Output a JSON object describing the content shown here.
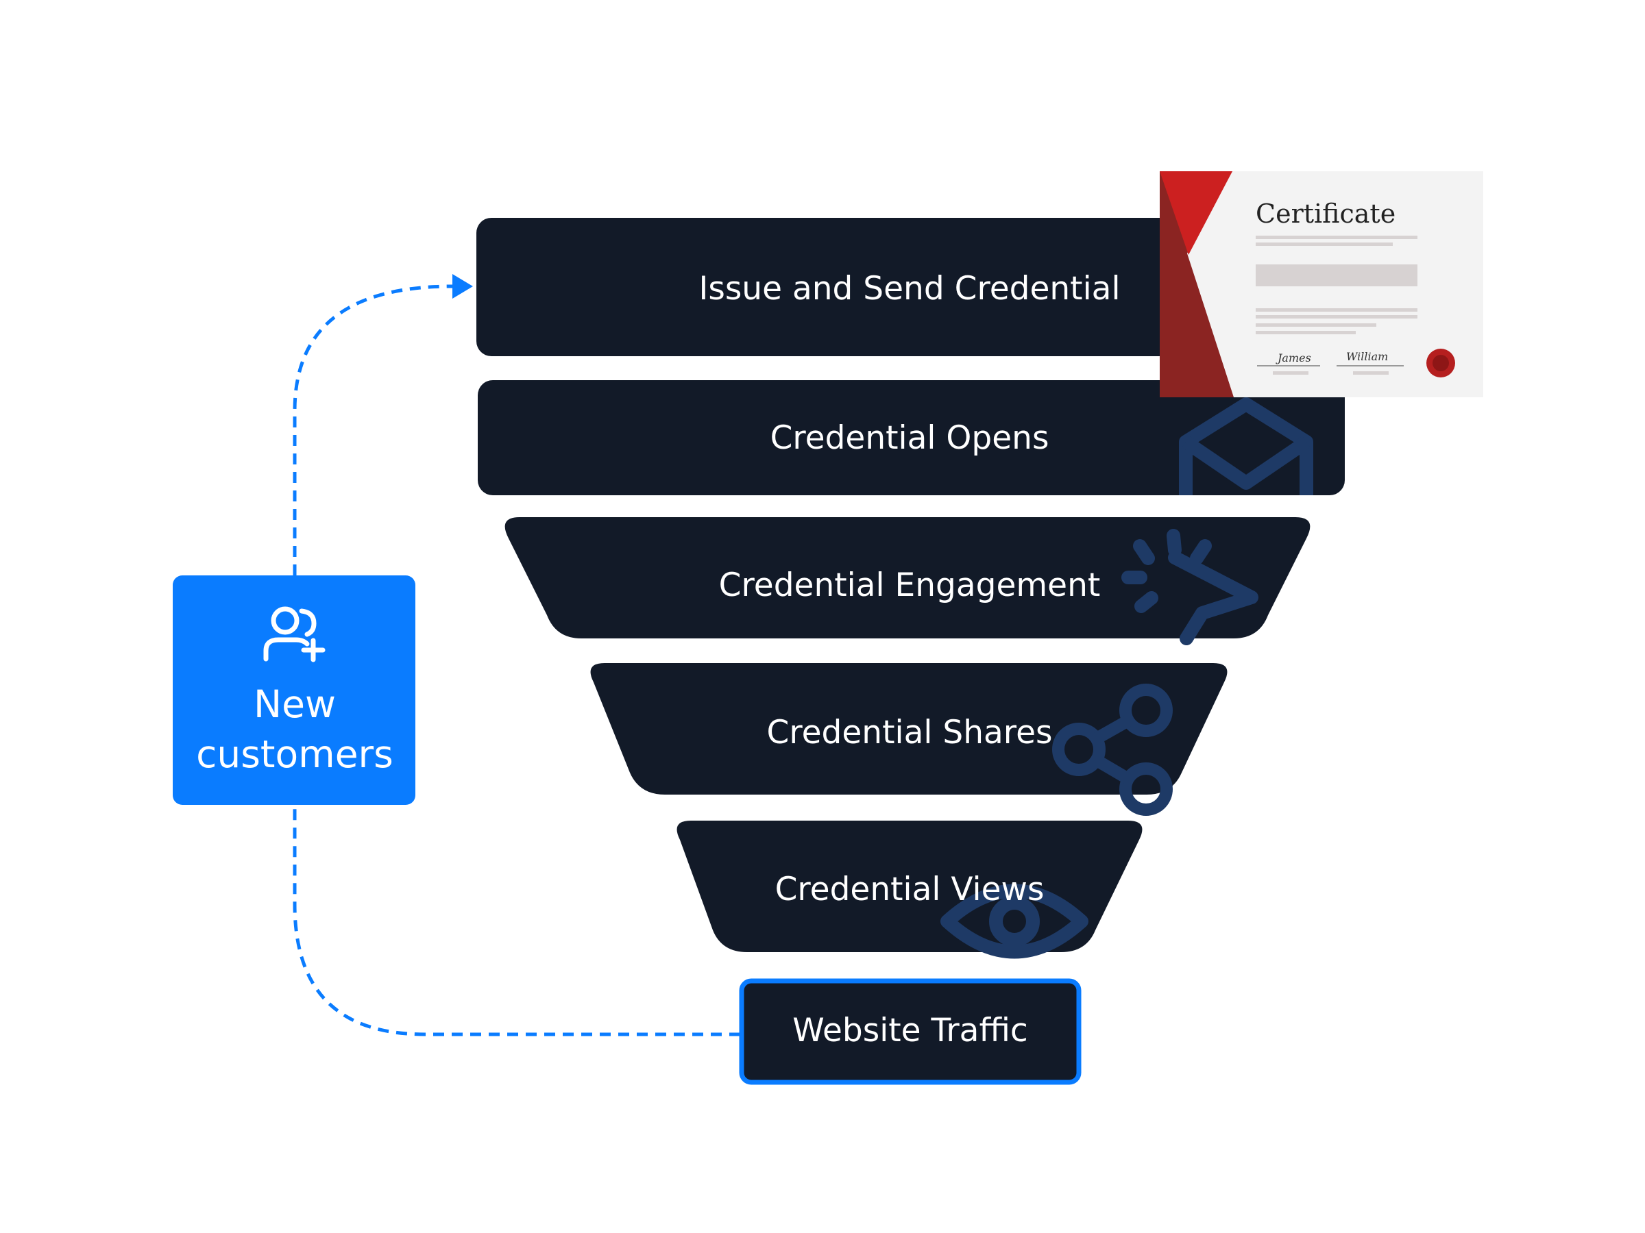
{
  "funnel": {
    "stages": [
      {
        "label": "Issue and Send Credential",
        "icon": "certificate-icon"
      },
      {
        "label": "Credential Opens",
        "icon": "envelope-open-icon"
      },
      {
        "label": "Credential Engagement",
        "icon": "cursor-click-icon"
      },
      {
        "label": "Credential Shares",
        "icon": "share-icon"
      },
      {
        "label": "Credential Views",
        "icon": "eye-icon"
      },
      {
        "label": "Website Traffic",
        "icon": ""
      }
    ]
  },
  "customers_box": {
    "line1": "New",
    "line2": "customers",
    "icon": "user-add-icon"
  },
  "certificate": {
    "title": "Certificate",
    "signature_left": "James",
    "signature_right": "William"
  },
  "colors": {
    "stage_fill": "#121a28",
    "accent_blue": "#0a7cff",
    "icon_watermark": "#1e3a66",
    "cert_red": "#cc2020",
    "cert_dark_red": "#8b2422"
  }
}
